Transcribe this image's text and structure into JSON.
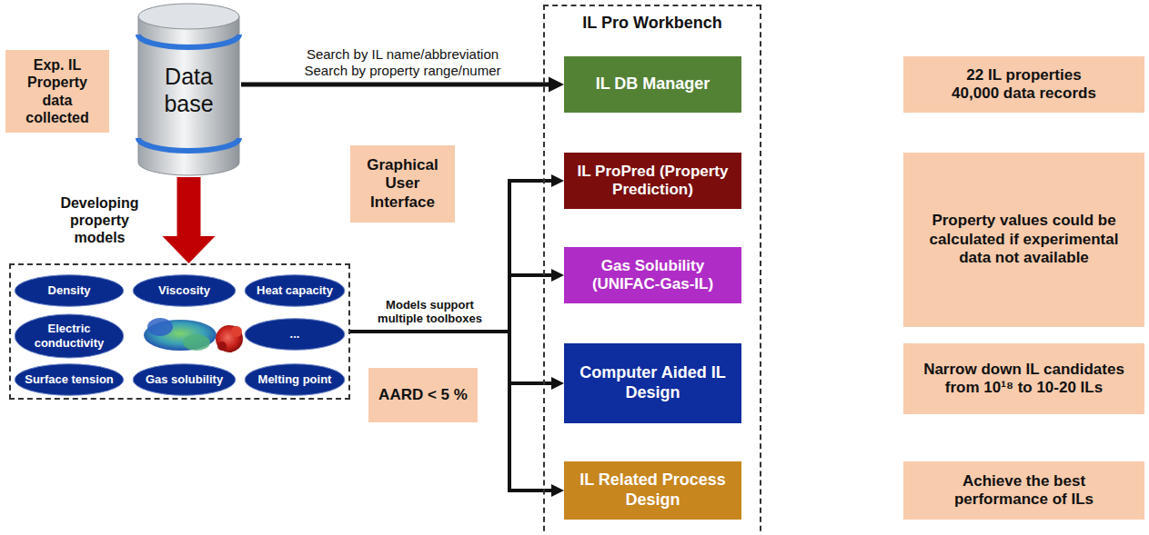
{
  "diagram": {
    "nodes": [
      {
        "text": [
          "Exp. IL Property data collected"
        ]
      },
      {
        "text": [
          "Data base"
        ]
      },
      {
        "text": [
          "IL Pro Workbench"
        ]
      },
      {
        "text": [
          "IL  DB Manager"
        ],
        "in": 2
      },
      {
        "text": [
          "22 IL properties 40,000 data records"
        ]
      },
      {
        "text": [
          "Graphical User Interface"
        ]
      },
      {
        "text": [
          "IL  ProPred (Property Prediction)"
        ],
        "in": 2
      },
      {
        "text": [
          "Property values could be calculated if experimental data not available"
        ]
      },
      {
        "text": [
          "Gas Solubility (UNIFAC-Gas-IL)"
        ],
        "in": 2
      },
      {
        "text": []
      },
      {
        "text": [
          "Density"
        ],
        "in": 9
      },
      {
        "text": [
          "Viscosity"
        ],
        "in": 9
      },
      {
        "text": [
          "Heat capacity"
        ],
        "in": 9
      },
      {
        "text": [
          "Electric conductivity"
        ],
        "in": 9
      },
      {
        "text": [
          "..."
        ],
        "in": 9
      },
      {
        "text": [
          "Surface tension"
        ],
        "in": 9
      },
      {
        "text": [
          "Gas solubility"
        ],
        "in": 9
      },
      {
        "text": [
          "Melting point"
        ],
        "in": 9
      },
      {
        "text": [
          "AARD < 5 %"
        ]
      },
      {
        "text": [
          "Computer Aided IL Design"
        ],
        "in": 2
      },
      {
        "text": [
          "Narrow down IL candidates from 10¹⁸ to 10-20 ILs"
        ]
      },
      {
        "text": [
          "IL Related Process Design"
        ],
        "in": 2
      },
      {
        "text": [
          "Achieve the best performance of ILs"
        ]
      }
    ],
    "edges": [
      {
        "from": 1,
        "to": 3,
        "arrow": "to",
        "label": "Search by IL name/abbreviation Search by property range/numer"
      },
      {
        "from": 1,
        "to": 9,
        "arrow": "to",
        "label": "Developing property models"
      },
      {
        "from": 9,
        "to": 6,
        "arrow": "to",
        "label": "Models support multiple toolboxes"
      },
      {
        "from": 9,
        "to": 8,
        "arrow": "to"
      },
      {
        "from": 9,
        "to": 19,
        "arrow": "to"
      },
      {
        "from": 9,
        "to": 21,
        "arrow": "to"
      }
    ]
  }
}
